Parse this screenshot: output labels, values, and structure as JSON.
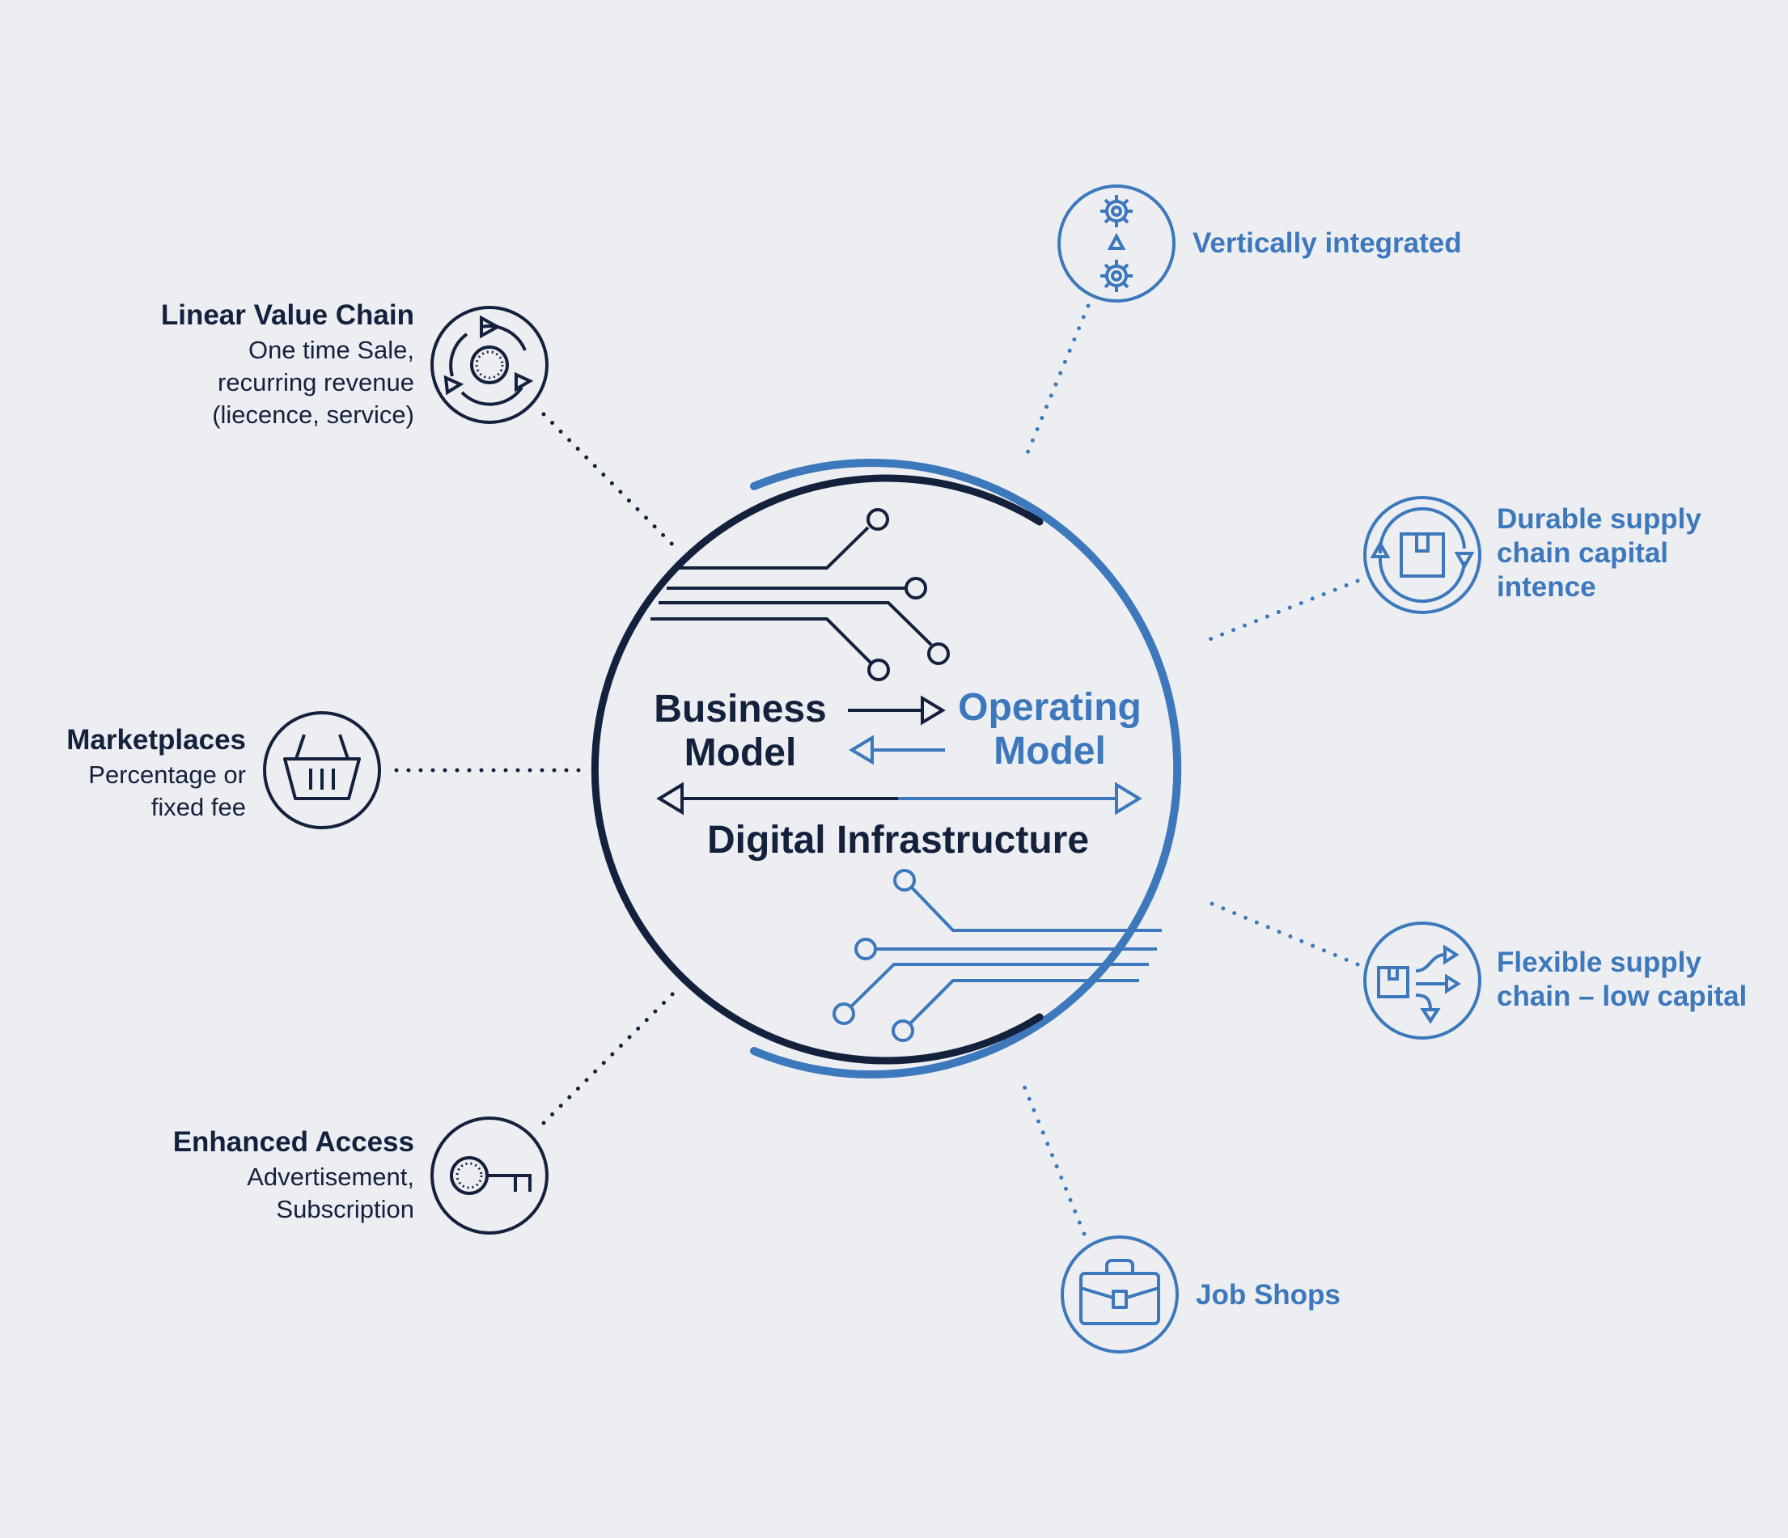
{
  "center": {
    "business_model": [
      "Business",
      "Model"
    ],
    "operating_model": [
      "Operating",
      "Model"
    ],
    "digital_infrastructure": "Digital Infrastructure"
  },
  "business_models": [
    {
      "title": "Linear Value Chain",
      "subtitle": [
        "One time Sale,",
        "recurring revenue",
        "(liecence, service)"
      ],
      "icon": "cycle-icon"
    },
    {
      "title": "Marketplaces",
      "subtitle": [
        "Percentage or",
        "fixed fee"
      ],
      "icon": "basket-icon"
    },
    {
      "title": "Enhanced Access",
      "subtitle": [
        "Advertisement,",
        "Subscription"
      ],
      "icon": "key-icon"
    }
  ],
  "operating_models": [
    {
      "title": [
        "Vertically integrated"
      ],
      "icon": "gears-icon"
    },
    {
      "title": [
        "Durable supply",
        "chain capital",
        "intence"
      ],
      "icon": "box-cycle-icon"
    },
    {
      "title": [
        "Flexible supply",
        "chain – low capital"
      ],
      "icon": "box-split-icon"
    },
    {
      "title": [
        "Job Shops"
      ],
      "icon": "briefcase-icon"
    }
  ],
  "colors": {
    "navy": "#14213d",
    "blue": "#3c78bb",
    "background": "#edeef2"
  }
}
